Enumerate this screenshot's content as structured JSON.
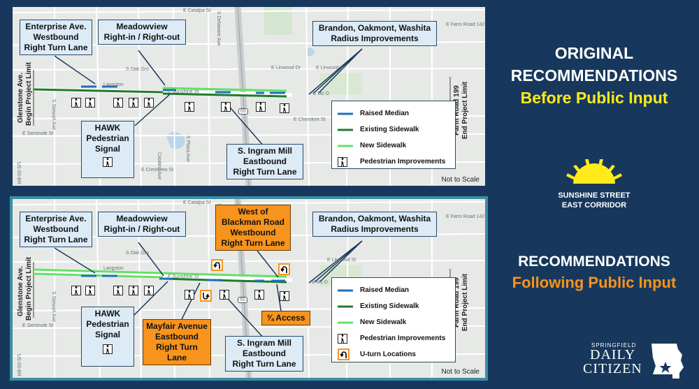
{
  "top": {
    "heading_line1": "ORIGINAL",
    "heading_line2": "RECOMMENDATIONS",
    "subheading": "Before Public Input"
  },
  "bottom": {
    "heading_line1": "RECOMMENDATIONS",
    "subheading": "Following Public Input"
  },
  "logo": {
    "line1": "SUNSHINE STREET",
    "line2": "EAST CORRIDOR"
  },
  "brand": {
    "small": "SPRINGFIELD",
    "line1": "DAILY",
    "line2": "CITIZEN"
  },
  "callouts": {
    "enterprise": [
      "Enterprise Ave.",
      "Westbound",
      "Right Turn Lane"
    ],
    "meadowview": [
      "Meadowview",
      "Right-in / Right-out"
    ],
    "brandon": [
      "Brandon, Oakmont, Washita",
      "Radius Improvements"
    ],
    "hawk": [
      "HAWK",
      "Pedestrian",
      "Signal"
    ],
    "ingram": [
      "S. Ingram Mill",
      "Eastbound",
      "Right Turn Lane"
    ],
    "blackman": [
      "West of",
      "Blackman Road",
      "Westbound",
      "Right Turn Lane"
    ],
    "mayfair": [
      "Mayfair Avenue",
      "Eastbound",
      "Right Turn Lane"
    ],
    "access": "¾ Access"
  },
  "legend": {
    "raised_median": "Raised Median",
    "existing_sidewalk": "Existing Sidewalk",
    "new_sidewalk": "New Sidewalk",
    "ped_improvements": "Pedestrian Improvements",
    "uturn": "U-turn Locations"
  },
  "map": {
    "glenstone": [
      "Glenstone Ave.",
      "Begin Project Limit"
    ],
    "farm_road": [
      "Farm Road 199",
      "End Project Limit"
    ],
    "not_to_scale": "Not to Scale",
    "streets": {
      "catalpa": "E Catalpa St",
      "langston": "Langston",
      "sunshine": "E Sunshine St",
      "elinwood": "E Linwood Dr",
      "elinwood2": "E Linwood St",
      "seminole": "E Seminole St",
      "cherokee": "E Cherokee St",
      "crestview": "E Crestview St",
      "farm142": "E Farm Road 142",
      "emeadow": "E Mc D",
      "oakgrove": "S Oak Gro",
      "stewart": "S Stewart Ave",
      "plaza": "S Plaza Ave",
      "catalina": "Catalina Ave",
      "delaware": "S Delaware Ave",
      "us65": "US-65-BR",
      "hwy65": "65"
    }
  },
  "colors": {
    "raised_median": "#1f6fbf",
    "existing_sidewalk": "#1e7a2e",
    "new_sidewalk": "#66e066",
    "uturn_border": "#f7941d",
    "background": "#17385c",
    "subheading_top": "#ffeb1a",
    "subheading_bottom": "#f7941d"
  }
}
